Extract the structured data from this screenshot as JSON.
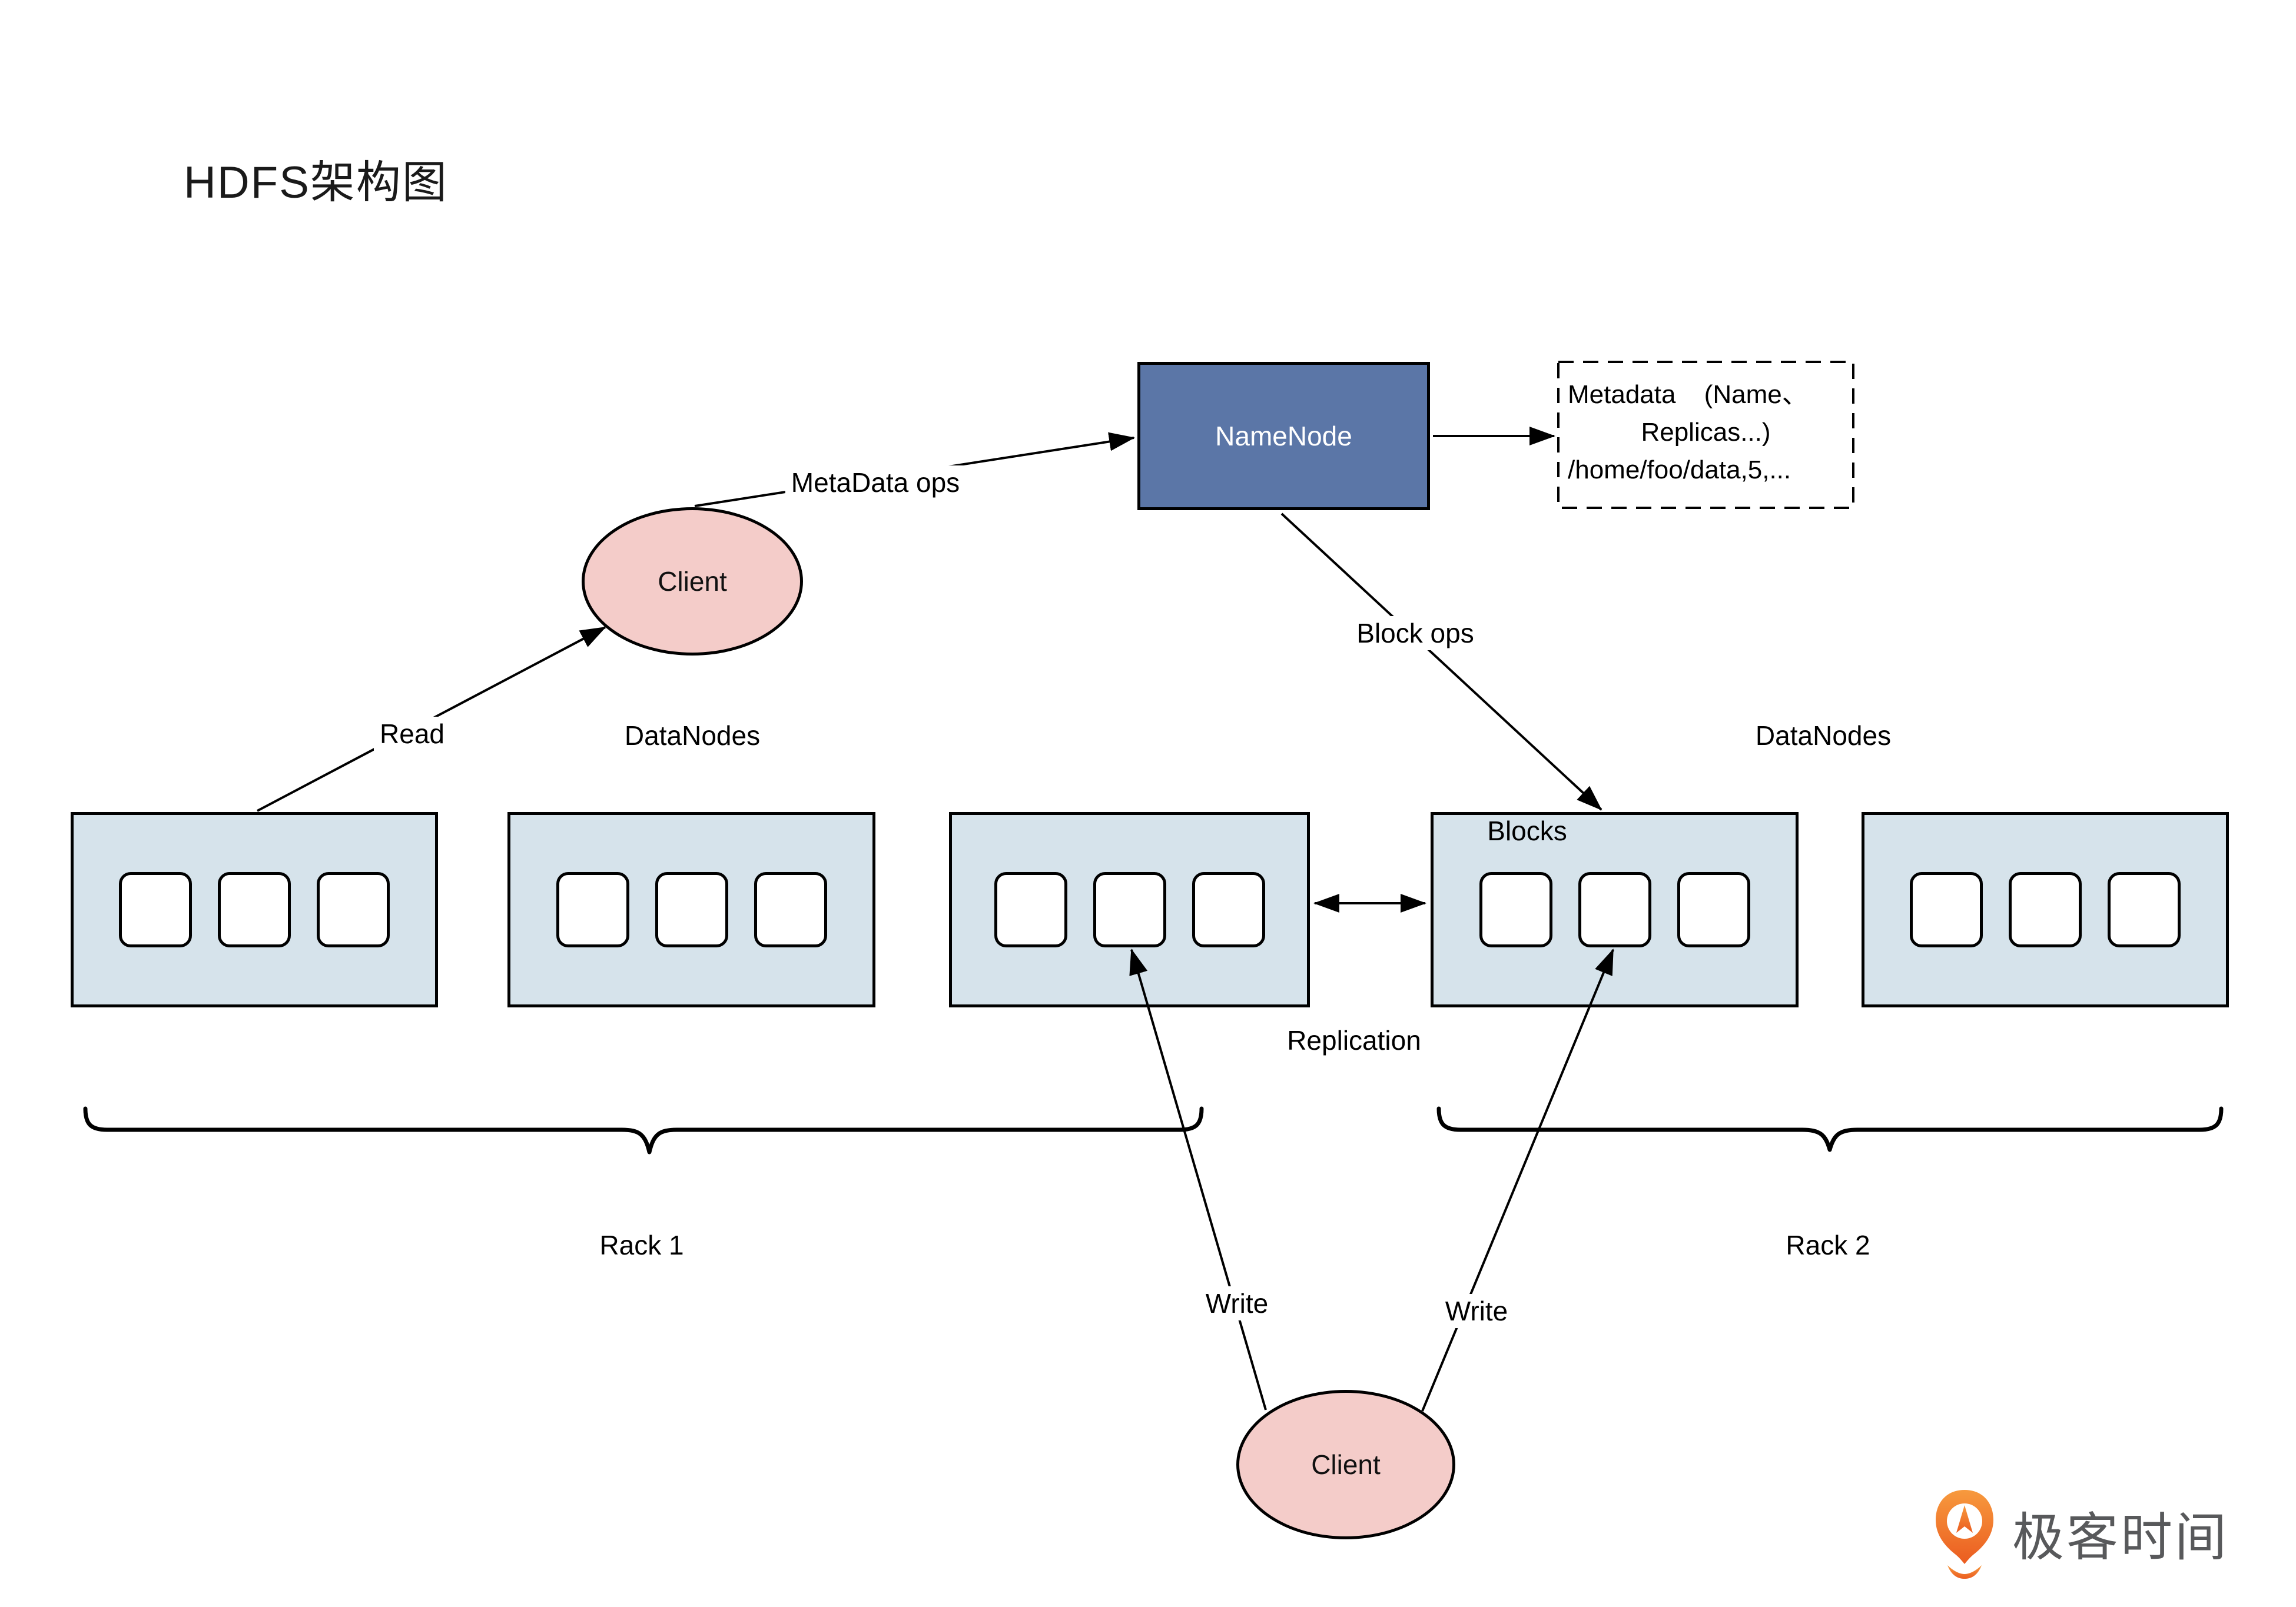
{
  "title": "HDFS架构图",
  "nodes": {
    "namenode": {
      "label": "NameNode"
    },
    "client_top": {
      "label": "Client"
    },
    "client_bottom": {
      "label": "Client"
    },
    "metadata_box": {
      "lines": [
        "Metadata (Name、",
        "Replicas...)",
        "/home/foo/data,5,..."
      ]
    }
  },
  "labels": {
    "metadata_ops": "MetaData ops",
    "block_ops": "Block ops",
    "read": "Read",
    "write_left": "Write",
    "write_right": "Write",
    "replication": "Replication",
    "datanodes_left": "DataNodes",
    "datanodes_right": "DataNodes",
    "blocks": "Blocks",
    "rack1": "Rack 1",
    "rack2": "Rack 2"
  },
  "footer": {
    "brand": "极客时间",
    "logo_icon": "geektime-pin-icon"
  },
  "colors": {
    "namenode_fill": "#5B76A7",
    "namenode_text": "#FFFFFF",
    "datanode_fill": "#D6E3EB",
    "block_fill": "#FFFFFF",
    "client_fill": "#F4CCC9",
    "connector": "#000000",
    "logo_orange": "#F79A3E",
    "logo_orange_dark": "#EB5C20",
    "logo_text": "#58595B"
  }
}
